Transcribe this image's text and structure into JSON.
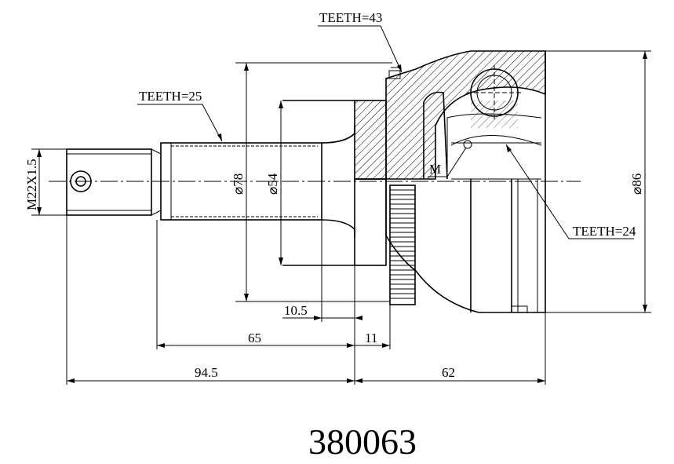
{
  "drawing": {
    "part_number": "380063",
    "annotations": {
      "teeth_outer": "TEETH=43",
      "teeth_shaft": "TEETH=25",
      "teeth_inner": "TEETH=24",
      "thread": "M22X1.5",
      "mark_m": "M"
    },
    "dimensions": {
      "dia_78": "⌀78",
      "dia_54": "⌀54",
      "dia_86": "⌀86",
      "len_10_5": "10.5",
      "len_65": "65",
      "len_11": "11",
      "len_94_5": "94.5",
      "len_62": "62"
    }
  }
}
